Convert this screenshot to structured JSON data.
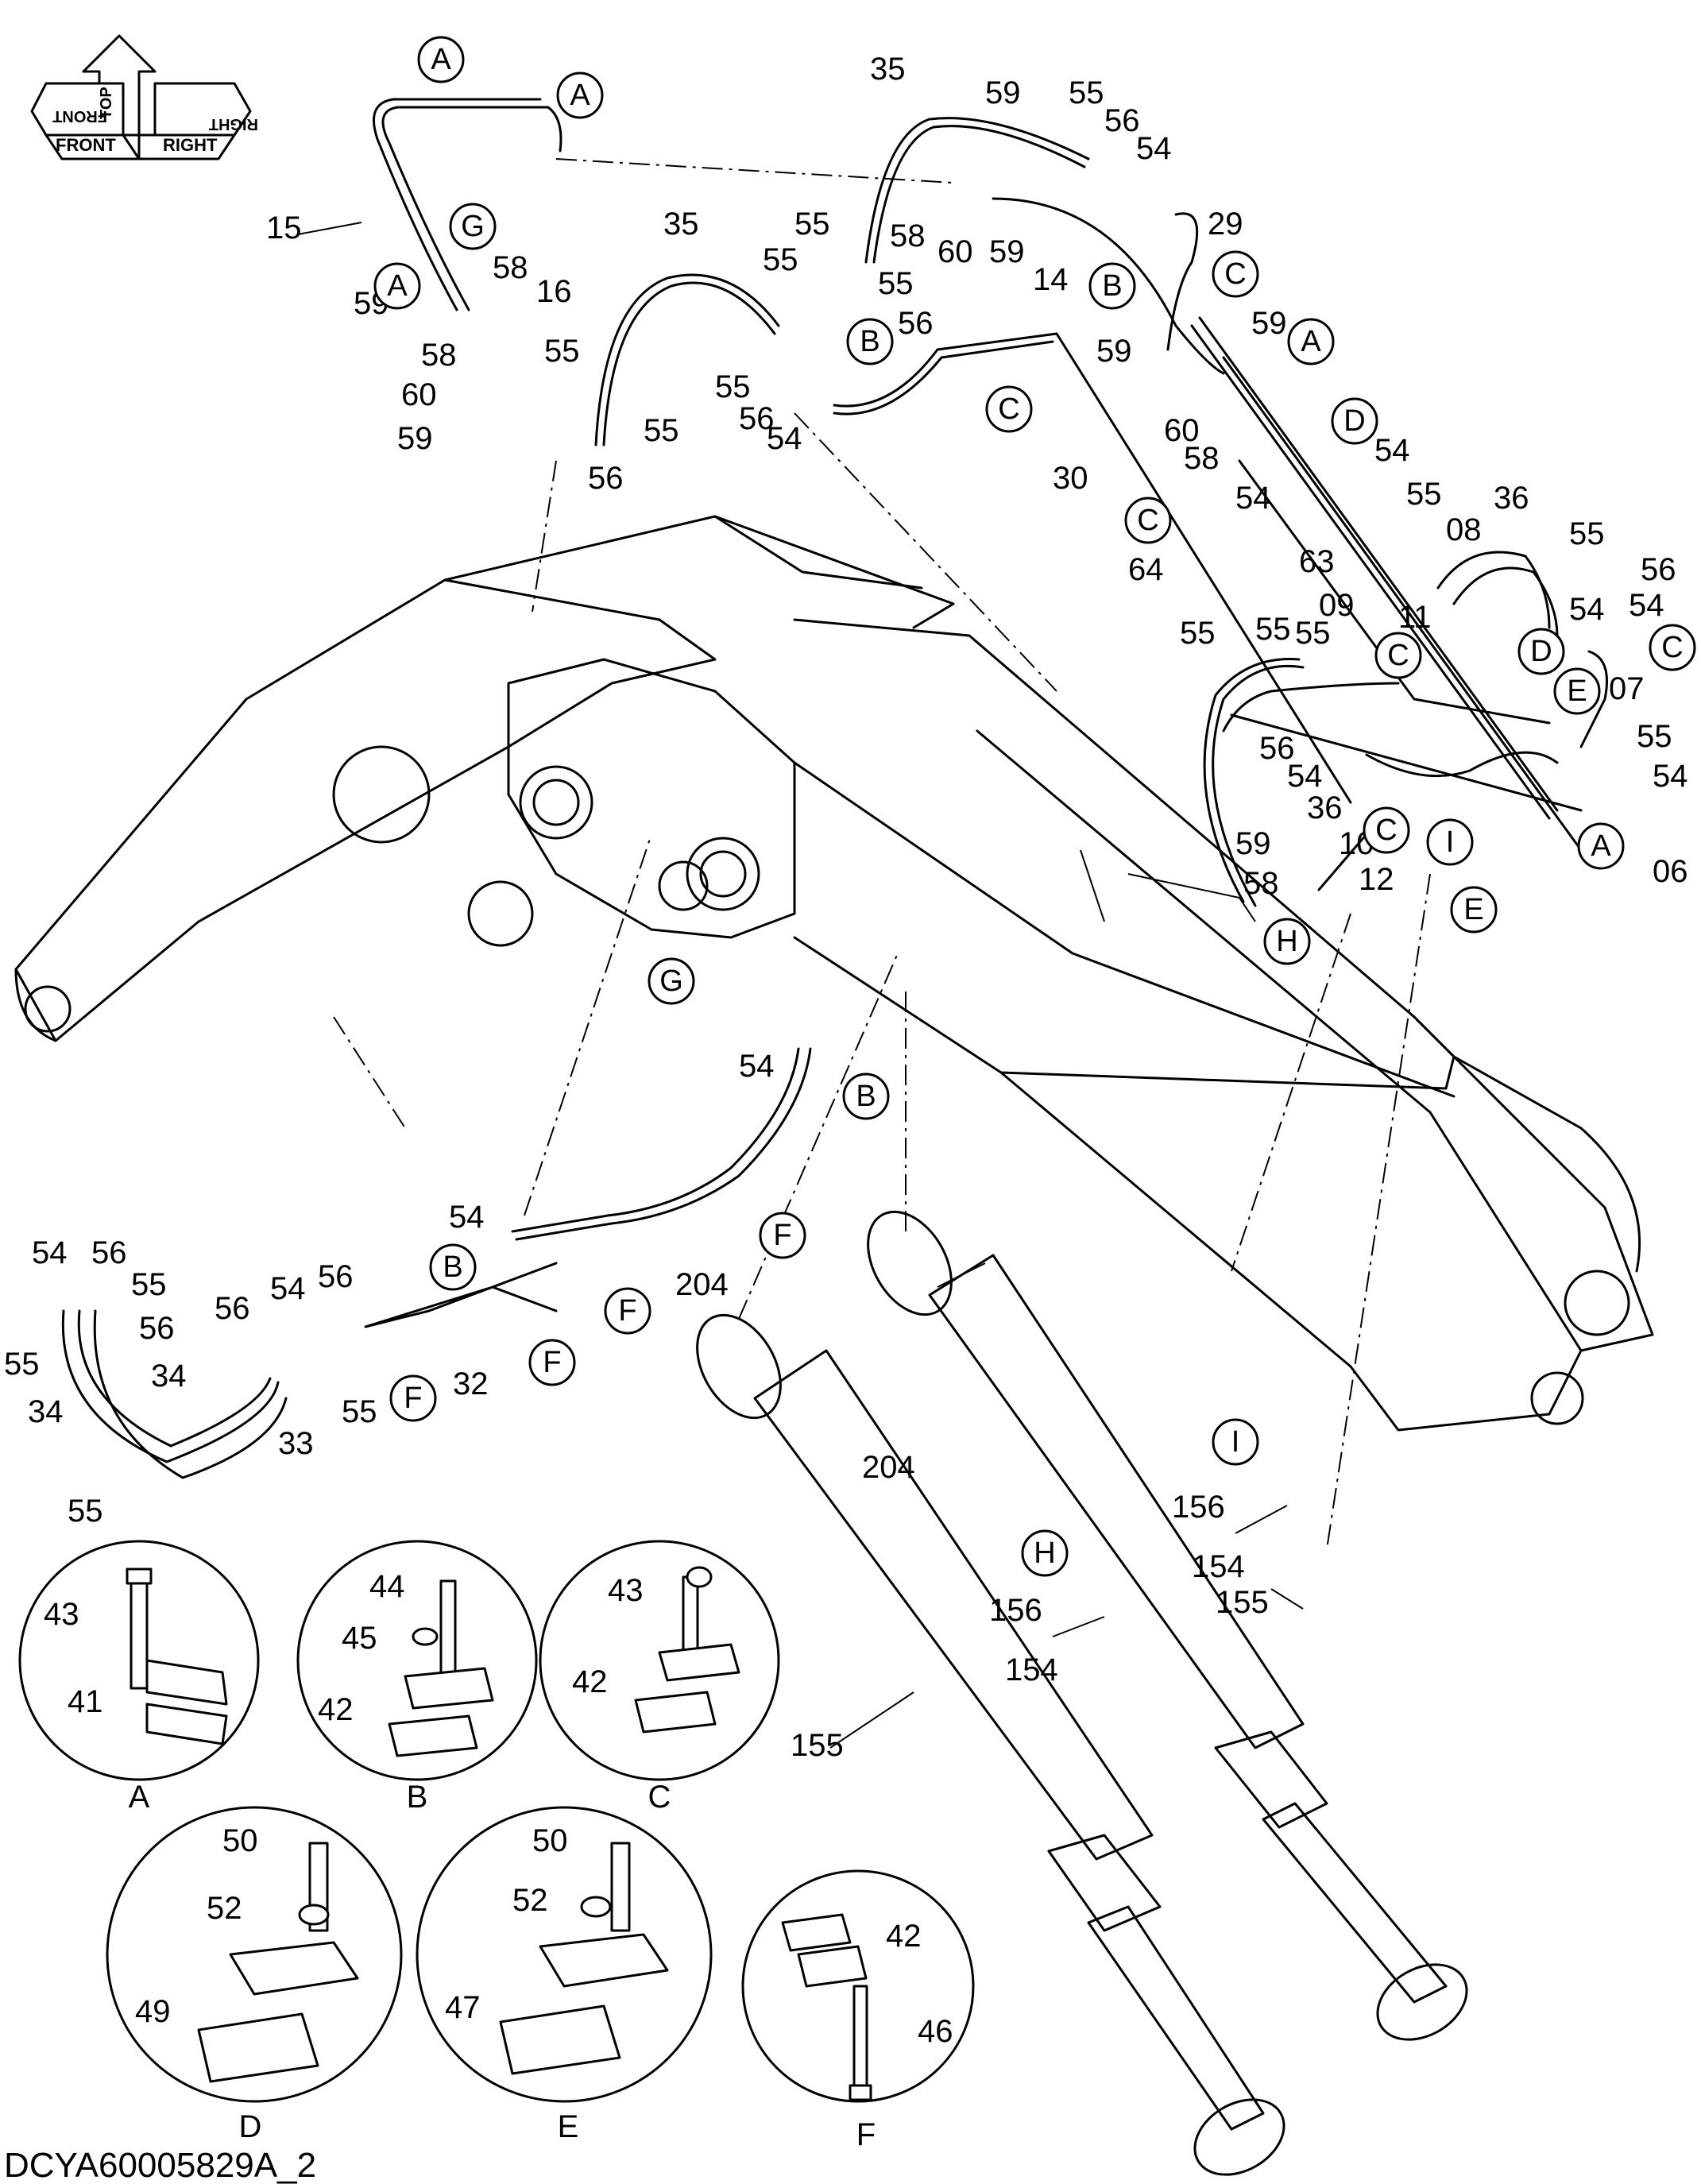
{
  "diagram_code": "DCYA60005829A_2",
  "orientation_indicator": {
    "icon": "orientation-arrow-icon",
    "labels": [
      "TOP",
      "FRONT",
      "RIGHT",
      "FRONT",
      "RIGHT"
    ]
  },
  "part_numbers": [
    {
      "id": "p35a",
      "text": "35"
    },
    {
      "id": "p59a",
      "text": "59"
    },
    {
      "id": "p55a",
      "text": "55"
    },
    {
      "id": "p56a",
      "text": "56"
    },
    {
      "id": "p54a",
      "text": "54"
    },
    {
      "id": "p29",
      "text": "29"
    },
    {
      "id": "p15",
      "text": "15"
    },
    {
      "id": "p58a",
      "text": "58"
    },
    {
      "id": "p16",
      "text": "16"
    },
    {
      "id": "p59b",
      "text": "59"
    },
    {
      "id": "p58b",
      "text": "58"
    },
    {
      "id": "p60a",
      "text": "60"
    },
    {
      "id": "p59c",
      "text": "59"
    },
    {
      "id": "p55b",
      "text": "55"
    },
    {
      "id": "p55c",
      "text": "55"
    },
    {
      "id": "p56b",
      "text": "56"
    },
    {
      "id": "p35b",
      "text": "35"
    },
    {
      "id": "p55d",
      "text": "55"
    },
    {
      "id": "p55e",
      "text": "55"
    },
    {
      "id": "p55f",
      "text": "55"
    },
    {
      "id": "p58c",
      "text": "58"
    },
    {
      "id": "p60b",
      "text": "60"
    },
    {
      "id": "p59d",
      "text": "59"
    },
    {
      "id": "p14",
      "text": "14"
    },
    {
      "id": "p56c",
      "text": "56"
    },
    {
      "id": "p55g",
      "text": "55"
    },
    {
      "id": "p56d",
      "text": "56"
    },
    {
      "id": "p54b",
      "text": "54"
    },
    {
      "id": "p59e",
      "text": "59"
    },
    {
      "id": "p59f",
      "text": "59"
    },
    {
      "id": "p60c",
      "text": "60"
    },
    {
      "id": "p58d",
      "text": "58"
    },
    {
      "id": "p30",
      "text": "30"
    },
    {
      "id": "p54c",
      "text": "54"
    },
    {
      "id": "p55h",
      "text": "55"
    },
    {
      "id": "p36a",
      "text": "36"
    },
    {
      "id": "p08",
      "text": "08"
    },
    {
      "id": "p54d",
      "text": "54"
    },
    {
      "id": "p63",
      "text": "63"
    },
    {
      "id": "p09",
      "text": "09"
    },
    {
      "id": "p64",
      "text": "64"
    },
    {
      "id": "p11",
      "text": "11"
    },
    {
      "id": "p55i",
      "text": "55"
    },
    {
      "id": "p55j",
      "text": "55"
    },
    {
      "id": "p56e",
      "text": "56"
    },
    {
      "id": "p54e",
      "text": "54"
    },
    {
      "id": "p36b",
      "text": "36"
    },
    {
      "id": "p55k",
      "text": "55"
    },
    {
      "id": "p07",
      "text": "07"
    },
    {
      "id": "p55l",
      "text": "55"
    },
    {
      "id": "p56f",
      "text": "56"
    },
    {
      "id": "p54f",
      "text": "54"
    },
    {
      "id": "p55m",
      "text": "55"
    },
    {
      "id": "p54g",
      "text": "54"
    },
    {
      "id": "p10",
      "text": "10"
    },
    {
      "id": "p59g",
      "text": "59"
    },
    {
      "id": "p12",
      "text": "12"
    },
    {
      "id": "p06",
      "text": "06"
    },
    {
      "id": "p58e",
      "text": "58"
    },
    {
      "id": "p54h",
      "text": "54"
    },
    {
      "id": "p54i",
      "text": "54"
    },
    {
      "id": "p54j",
      "text": "54"
    },
    {
      "id": "p54k",
      "text": "54"
    },
    {
      "id": "p56g",
      "text": "56"
    },
    {
      "id": "p55n",
      "text": "55"
    },
    {
      "id": "p56h",
      "text": "56"
    },
    {
      "id": "p55o",
      "text": "55"
    },
    {
      "id": "p34a",
      "text": "34"
    },
    {
      "id": "p34b",
      "text": "34"
    },
    {
      "id": "p55p",
      "text": "55"
    },
    {
      "id": "p56i",
      "text": "56"
    },
    {
      "id": "p54l",
      "text": "54"
    },
    {
      "id": "p56j",
      "text": "56"
    },
    {
      "id": "p55q",
      "text": "55"
    },
    {
      "id": "p33",
      "text": "33"
    },
    {
      "id": "p32",
      "text": "32"
    },
    {
      "id": "p204a",
      "text": "204"
    },
    {
      "id": "p204b",
      "text": "204"
    },
    {
      "id": "p155a",
      "text": "155"
    },
    {
      "id": "p156a",
      "text": "156"
    },
    {
      "id": "p154a",
      "text": "154"
    },
    {
      "id": "p155b",
      "text": "155"
    },
    {
      "id": "p156b",
      "text": "156"
    },
    {
      "id": "p154b",
      "text": "154"
    }
  ],
  "callouts": [
    {
      "id": "cA1",
      "letter": "A"
    },
    {
      "id": "cA2",
      "letter": "A"
    },
    {
      "id": "cG1",
      "letter": "G"
    },
    {
      "id": "cA3",
      "letter": "A"
    },
    {
      "id": "cB1",
      "letter": "B"
    },
    {
      "id": "cC1",
      "letter": "C"
    },
    {
      "id": "cB2",
      "letter": "B"
    },
    {
      "id": "cC2",
      "letter": "C"
    },
    {
      "id": "cA4",
      "letter": "A"
    },
    {
      "id": "cD1",
      "letter": "D"
    },
    {
      "id": "cC3",
      "letter": "C"
    },
    {
      "id": "cD2",
      "letter": "D"
    },
    {
      "id": "cC4",
      "letter": "C"
    },
    {
      "id": "cE1",
      "letter": "E"
    },
    {
      "id": "cC5",
      "letter": "C"
    },
    {
      "id": "cI1",
      "letter": "I"
    },
    {
      "id": "cA5",
      "letter": "A"
    },
    {
      "id": "cE2",
      "letter": "E"
    },
    {
      "id": "cC6",
      "letter": "C"
    },
    {
      "id": "cH1",
      "letter": "H"
    },
    {
      "id": "cG2",
      "letter": "G"
    },
    {
      "id": "cB3",
      "letter": "B"
    },
    {
      "id": "cF1",
      "letter": "F"
    },
    {
      "id": "cB4",
      "letter": "B"
    },
    {
      "id": "cF2",
      "letter": "F"
    },
    {
      "id": "cF3",
      "letter": "F"
    },
    {
      "id": "cF4",
      "letter": "F"
    },
    {
      "id": "cI2",
      "letter": "I"
    },
    {
      "id": "cH2",
      "letter": "H"
    }
  ],
  "details": [
    {
      "id": "A",
      "caption": "A",
      "bolt": "43",
      "clamp": "41"
    },
    {
      "id": "B",
      "caption": "B",
      "bolt": "44",
      "washer": "45",
      "clamp": "42"
    },
    {
      "id": "C",
      "caption": "C",
      "bolt": "43",
      "clamp": "42"
    },
    {
      "id": "D",
      "caption": "D",
      "bolt": "50",
      "washer": "52",
      "clamp": "49"
    },
    {
      "id": "E",
      "caption": "E",
      "bolt": "50",
      "washer": "52",
      "clamp": "47"
    },
    {
      "id": "F",
      "caption": "F",
      "bolt": "46",
      "clamp": "42"
    }
  ]
}
